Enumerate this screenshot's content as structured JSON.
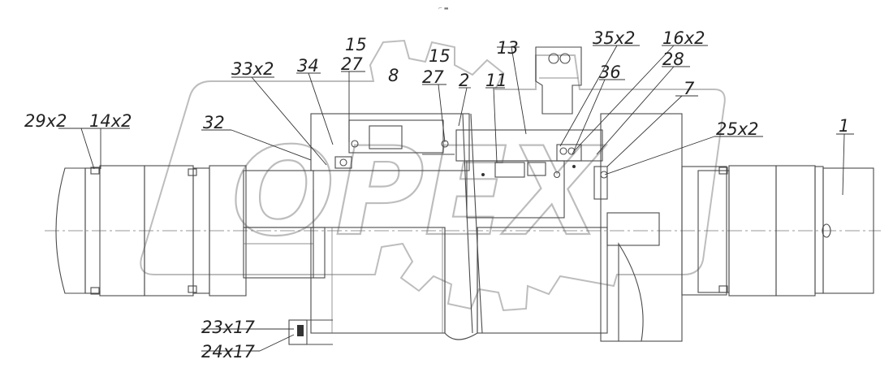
{
  "header": {
    "mark": "⌐ ▬"
  },
  "watermark": {
    "text": "OPEX",
    "color": "#bcbcbc"
  },
  "callouts": [
    {
      "id": "c1",
      "text": "29x2"
    },
    {
      "id": "c2",
      "text": "14x2"
    },
    {
      "id": "c3",
      "text": "32"
    },
    {
      "id": "c4",
      "text": "33x2"
    },
    {
      "id": "c5",
      "text": "34"
    },
    {
      "id": "c6",
      "text": "15"
    },
    {
      "id": "c7",
      "text": "27"
    },
    {
      "id": "c8",
      "text": "8"
    },
    {
      "id": "c9",
      "text": "15"
    },
    {
      "id": "c10",
      "text": "27"
    },
    {
      "id": "c11",
      "text": "2"
    },
    {
      "id": "c12",
      "text": "11"
    },
    {
      "id": "c13",
      "text": "13"
    },
    {
      "id": "c14",
      "text": "35x2"
    },
    {
      "id": "c15",
      "text": "36"
    },
    {
      "id": "c16",
      "text": "16x2"
    },
    {
      "id": "c17",
      "text": "28"
    },
    {
      "id": "c18",
      "text": "7"
    },
    {
      "id": "c19",
      "text": "25x2"
    },
    {
      "id": "c20",
      "text": "1"
    },
    {
      "id": "c21",
      "text": "23x17"
    },
    {
      "id": "c22",
      "text": "24x17"
    }
  ],
  "colors": {
    "line": "#4a4a4a",
    "text": "#222222",
    "background": "#ffffff"
  }
}
